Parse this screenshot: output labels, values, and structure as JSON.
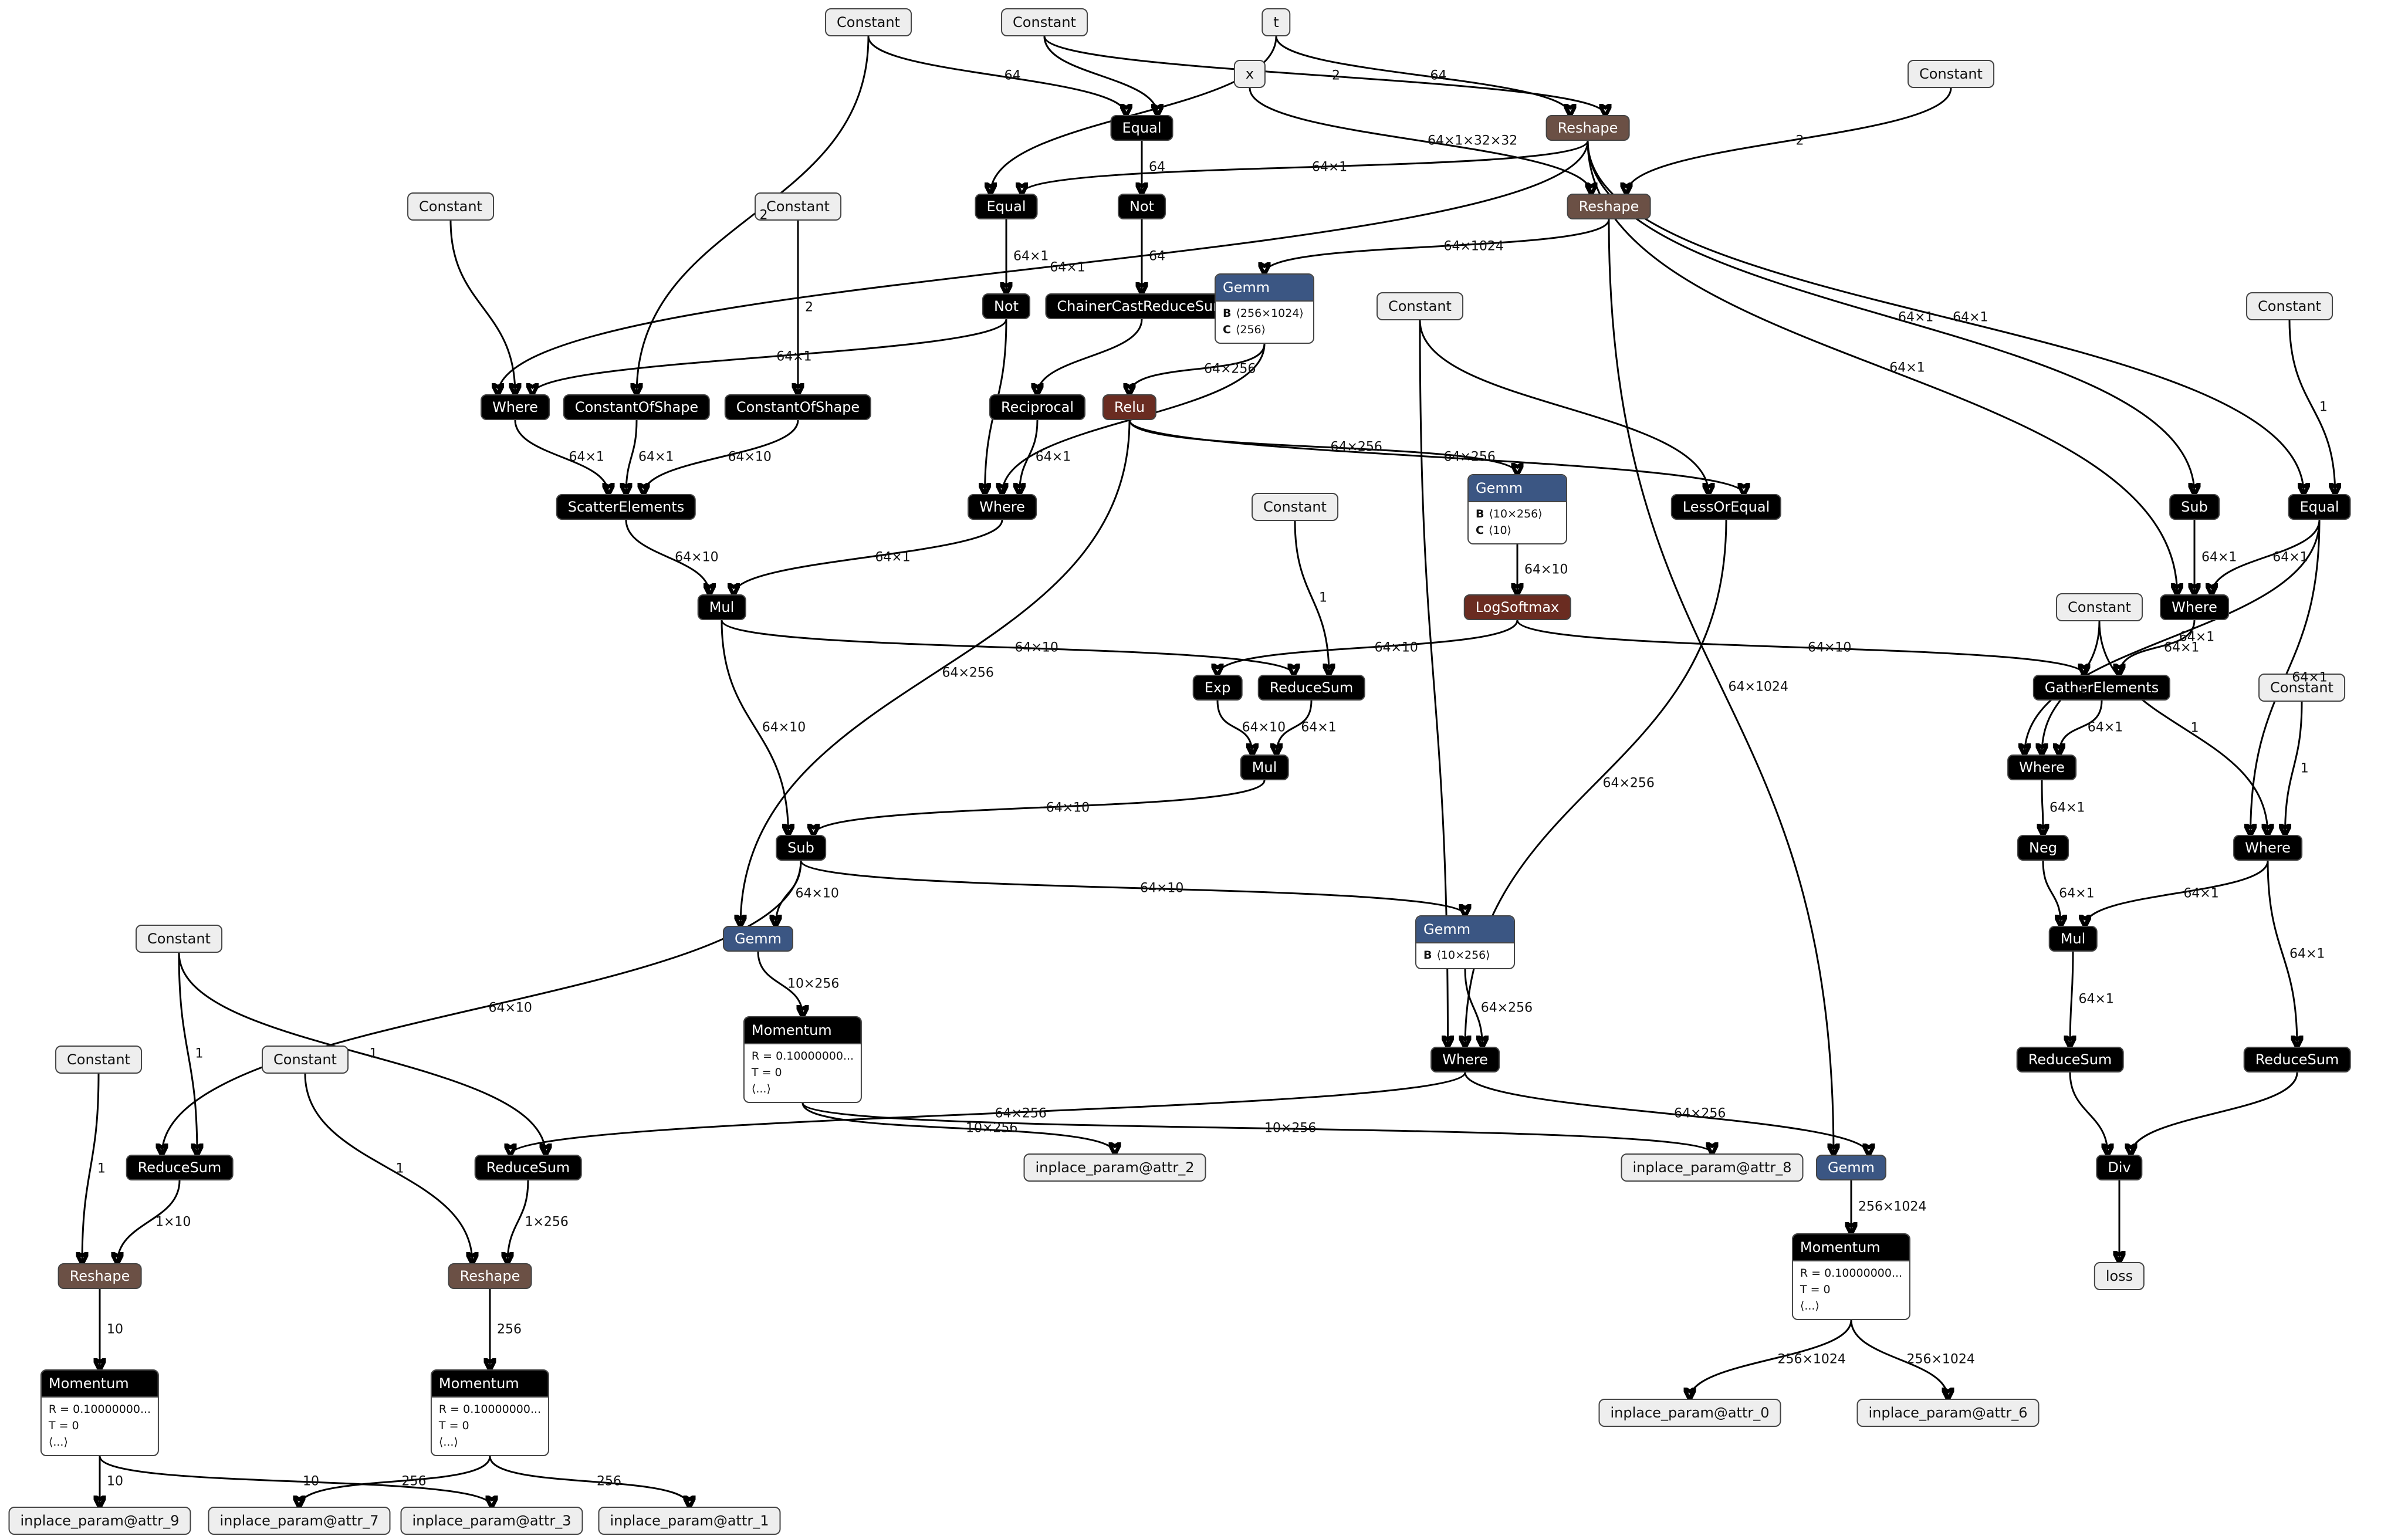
{
  "graph": {
    "colors": {
      "op": "#000000",
      "constant": "#eeeeee",
      "reshape": "#6b5045",
      "activation": "#6a2c21",
      "gemm": "#3b5683",
      "edge": "#000000"
    },
    "nodes": {
      "const_top_a": "Constant",
      "const_top_b": "Constant",
      "input_t": "t",
      "input_x": "x",
      "const_top_right": "Constant",
      "equal_top": "Equal",
      "reshape_t": "Reshape",
      "const_left_1": "Constant",
      "const_mid_1": "Constant",
      "equal_2": "Equal",
      "not_1": "Not",
      "reshape_x": "Reshape",
      "not_2": "Not",
      "chainer_cast": "ChainerCastReduceSum",
      "gemm_1": {
        "title": "Gemm",
        "attrs": [
          {
            "k": "B",
            "v": "⟨256×1024⟩"
          },
          {
            "k": "C",
            "v": "⟨256⟩"
          }
        ]
      },
      "const_mid_2": "Constant",
      "const_right_2": "Constant",
      "where_1": "Where",
      "constofshape_1": "ConstantOfShape",
      "constofshape_2": "ConstantOfShape",
      "reciprocal": "Reciprocal",
      "relu": "Relu",
      "gemm_2": {
        "title": "Gemm",
        "attrs": [
          {
            "k": "B",
            "v": "⟨10×256⟩"
          },
          {
            "k": "C",
            "v": "⟨10⟩"
          }
        ]
      },
      "scatter": "ScatterElements",
      "where_2": "Where",
      "const_mid_3": "Constant",
      "lessorequal": "LessOrEqual",
      "sub_right": "Sub",
      "equal_right": "Equal",
      "mul_1": "Mul",
      "logsoftmax": "LogSoftmax",
      "const_right_3": "Constant",
      "where_right_1": "Where",
      "exp": "Exp",
      "reducesum_1": "ReduceSum",
      "gather": "GatherElements",
      "const_right_4": "Constant",
      "mul_2": "Mul",
      "where_right_2": "Where",
      "sub_1": "Sub",
      "neg": "Neg",
      "where_right_3": "Where",
      "const_left_2": "Constant",
      "gemm_3": "Gemm",
      "gemm_4": {
        "title": "Gemm",
        "attrs": [
          {
            "k": "B",
            "v": "⟨10×256⟩"
          }
        ]
      },
      "mul_right": "Mul",
      "momentum_1": {
        "title": "Momentum",
        "attrs": [
          {
            "k": "",
            "v": "R = 0.10000000..."
          },
          {
            "k": "",
            "v": "T = 0"
          },
          {
            "k": "",
            "v": " ⟨...⟩"
          }
        ]
      },
      "const_left_3": "Constant",
      "const_left_4": "Constant",
      "where_3": "Where",
      "reducesum_right_1": "ReduceSum",
      "reducesum_right_2": "ReduceSum",
      "reducesum_l1": "ReduceSum",
      "reducesum_l2": "ReduceSum",
      "param_attr_2": "inplace_param@attr_2",
      "param_attr_8": "inplace_param@attr_8",
      "gemm_5": "Gemm",
      "div": "Div",
      "reshape_l1": "Reshape",
      "reshape_l2": "Reshape",
      "momentum_2": {
        "title": "Momentum",
        "attrs": [
          {
            "k": "",
            "v": "R = 0.10000000..."
          },
          {
            "k": "",
            "v": "T = 0"
          },
          {
            "k": "",
            "v": " ⟨...⟩"
          }
        ]
      },
      "loss": "loss",
      "momentum_3": {
        "title": "Momentum",
        "attrs": [
          {
            "k": "",
            "v": "R = 0.10000000..."
          },
          {
            "k": "",
            "v": "T = 0"
          },
          {
            "k": "",
            "v": " ⟨...⟩"
          }
        ]
      },
      "momentum_4": {
        "title": "Momentum",
        "attrs": [
          {
            "k": "",
            "v": "R = 0.10000000..."
          },
          {
            "k": "",
            "v": "T = 0"
          },
          {
            "k": "",
            "v": " ⟨...⟩"
          }
        ]
      },
      "param_attr_0": "inplace_param@attr_0",
      "param_attr_6": "inplace_param@attr_6",
      "param_attr_9": "inplace_param@attr_9",
      "param_attr_7": "inplace_param@attr_7",
      "param_attr_3": "inplace_param@attr_3",
      "param_attr_1": "inplace_param@attr_1"
    },
    "edges": [
      {
        "from": "const_top_a",
        "to": "equal_top",
        "label": "64"
      },
      {
        "from": "const_top_b",
        "to": "equal_top",
        "label": ""
      },
      {
        "from": "input_t",
        "to": "reshape_t",
        "label": "64"
      },
      {
        "from": "const_top_b",
        "to": "reshape_t",
        "label": "2"
      },
      {
        "from": "const_top_a",
        "to": "constofshape_1",
        "label": "2"
      },
      {
        "from": "input_t",
        "to": "equal_2",
        "label": ""
      },
      {
        "from": "input_x",
        "to": "reshape_x",
        "label": "64×1×32×32"
      },
      {
        "from": "equal_top",
        "to": "not_1",
        "label": "64"
      },
      {
        "from": "reshape_t",
        "to": "equal_2",
        "label": "64×1"
      },
      {
        "from": "reshape_t",
        "to": "where_1",
        "label": "64×1"
      },
      {
        "from": "reshape_t",
        "to": "where_right_1",
        "label": "64×1"
      },
      {
        "from": "reshape_t",
        "to": "sub_right",
        "label": "64×1"
      },
      {
        "from": "reshape_t",
        "to": "equal_right",
        "label": "64×1"
      },
      {
        "from": "const_top_right",
        "to": "reshape_x",
        "label": "2"
      },
      {
        "from": "reshape_x",
        "to": "gemm_1",
        "label": "64×1024"
      },
      {
        "from": "reshape_x",
        "to": "gemm_5",
        "label": "64×1024"
      },
      {
        "from": "equal_2",
        "to": "not_2",
        "label": "64×1"
      },
      {
        "from": "not_1",
        "to": "chainer_cast",
        "label": "64"
      },
      {
        "from": "const_left_1",
        "to": "where_1",
        "label": ""
      },
      {
        "from": "const_mid_1",
        "to": "constofshape_2",
        "label": "2"
      },
      {
        "from": "not_2",
        "to": "where_1",
        "label": "64×1"
      },
      {
        "from": "not_2",
        "to": "where_2",
        "label": ""
      },
      {
        "from": "chainer_cast",
        "to": "reciprocal",
        "label": ""
      },
      {
        "from": "gemm_1",
        "to": "relu",
        "label": "64×256"
      },
      {
        "from": "gemm_1",
        "to": "where_2",
        "label": ""
      },
      {
        "from": "const_mid_2",
        "to": "lessorequal",
        "label": ""
      },
      {
        "from": "const_mid_2",
        "to": "where_3",
        "label": ""
      },
      {
        "from": "relu",
        "to": "gemm_2",
        "label": "64×256"
      },
      {
        "from": "relu",
        "to": "lessorequal",
        "label": "64×256"
      },
      {
        "from": "relu",
        "to": "gemm_3",
        "label": "64×256"
      },
      {
        "from": "reciprocal",
        "to": "where_2",
        "label": "64×1"
      },
      {
        "from": "where_1",
        "to": "scatter",
        "label": "64×1"
      },
      {
        "from": "constofshape_1",
        "to": "scatter",
        "label": "64×1"
      },
      {
        "from": "constofshape_2",
        "to": "scatter",
        "label": "64×10"
      },
      {
        "from": "scatter",
        "to": "mul_1",
        "label": "64×10"
      },
      {
        "from": "where_2",
        "to": "mul_1",
        "label": "64×1"
      },
      {
        "from": "gemm_2",
        "to": "logsoftmax",
        "label": "64×10"
      },
      {
        "from": "logsoftmax",
        "to": "exp",
        "label": "64×10"
      },
      {
        "from": "logsoftmax",
        "to": "gather",
        "label": "64×10"
      },
      {
        "from": "mul_1",
        "to": "reducesum_1",
        "label": "64×10"
      },
      {
        "from": "mul_1",
        "to": "sub_1",
        "label": "64×10"
      },
      {
        "from": "const_mid_3",
        "to": "reducesum_1",
        "label": "1"
      },
      {
        "from": "exp",
        "to": "mul_2",
        "label": "64×10"
      },
      {
        "from": "reducesum_1",
        "to": "mul_2",
        "label": "64×1"
      },
      {
        "from": "mul_2",
        "to": "sub_1",
        "label": "64×10"
      },
      {
        "from": "lessorequal",
        "to": "where_3",
        "label": "64×256"
      },
      {
        "from": "sub_right",
        "to": "where_right_1",
        "label": "64×1"
      },
      {
        "from": "equal_right",
        "to": "where_right_1",
        "label": "64×1"
      },
      {
        "from": "equal_right",
        "to": "where_right_2",
        "label": "64×1"
      },
      {
        "from": "equal_right",
        "to": "where_right_3",
        "label": "64×1"
      },
      {
        "from": "const_right_2",
        "to": "equal_right",
        "label": "1"
      },
      {
        "from": "const_right_3",
        "to": "where_right_2",
        "label": "1"
      },
      {
        "from": "const_right_3",
        "to": "where_right_3",
        "label": "1"
      },
      {
        "from": "where_right_1",
        "to": "gather",
        "label": "64×1"
      },
      {
        "from": "gather",
        "to": "where_right_2",
        "label": "64×1"
      },
      {
        "from": "const_right_4",
        "to": "where_right_3",
        "label": "1"
      },
      {
        "from": "where_right_2",
        "to": "neg",
        "label": "64×1"
      },
      {
        "from": "neg",
        "to": "mul_right",
        "label": "64×1"
      },
      {
        "from": "where_right_3",
        "to": "mul_right",
        "label": "64×1"
      },
      {
        "from": "where_right_3",
        "to": "reducesum_right_2",
        "label": "64×1"
      },
      {
        "from": "mul_right",
        "to": "reducesum_right_1",
        "label": "64×1"
      },
      {
        "from": "reducesum_right_1",
        "to": "div",
        "label": ""
      },
      {
        "from": "reducesum_right_2",
        "to": "div",
        "label": ""
      },
      {
        "from": "div",
        "to": "loss",
        "label": ""
      },
      {
        "from": "sub_1",
        "to": "gemm_3",
        "label": "64×10"
      },
      {
        "from": "sub_1",
        "to": "gemm_4",
        "label": "64×10"
      },
      {
        "from": "sub_1",
        "to": "reducesum_l1",
        "label": "64×10"
      },
      {
        "from": "gemm_3",
        "to": "momentum_1",
        "label": "10×256"
      },
      {
        "from": "gemm_4",
        "to": "where_3",
        "label": "64×256"
      },
      {
        "from": "where_3",
        "to": "gemm_5",
        "label": "64×256"
      },
      {
        "from": "where_3",
        "to": "reducesum_l2",
        "label": "64×256"
      },
      {
        "from": "momentum_1",
        "to": "param_attr_2",
        "label": "10×256"
      },
      {
        "from": "momentum_1",
        "to": "param_attr_8",
        "label": "10×256"
      },
      {
        "from": "gemm_5",
        "to": "momentum_2",
        "label": "256×1024"
      },
      {
        "from": "momentum_2",
        "to": "param_attr_0",
        "label": "256×1024"
      },
      {
        "from": "momentum_2",
        "to": "param_attr_6",
        "label": "256×1024"
      },
      {
        "from": "const_left_2",
        "to": "reducesum_l1",
        "label": "1"
      },
      {
        "from": "const_left_2",
        "to": "reducesum_l2",
        "label": "1"
      },
      {
        "from": "const_left_3",
        "to": "reshape_l1",
        "label": "1"
      },
      {
        "from": "const_left_4",
        "to": "reshape_l2",
        "label": "1"
      },
      {
        "from": "reducesum_l1",
        "to": "reshape_l1",
        "label": "1×10"
      },
      {
        "from": "reducesum_l2",
        "to": "reshape_l2",
        "label": "1×256"
      },
      {
        "from": "reshape_l1",
        "to": "momentum_3",
        "label": "10"
      },
      {
        "from": "reshape_l2",
        "to": "momentum_4",
        "label": "256"
      },
      {
        "from": "momentum_3",
        "to": "param_attr_9",
        "label": "10"
      },
      {
        "from": "momentum_3",
        "to": "param_attr_3",
        "label": "10"
      },
      {
        "from": "momentum_4",
        "to": "param_attr_7",
        "label": "256"
      },
      {
        "from": "momentum_4",
        "to": "param_attr_1",
        "label": "256"
      }
    ]
  }
}
